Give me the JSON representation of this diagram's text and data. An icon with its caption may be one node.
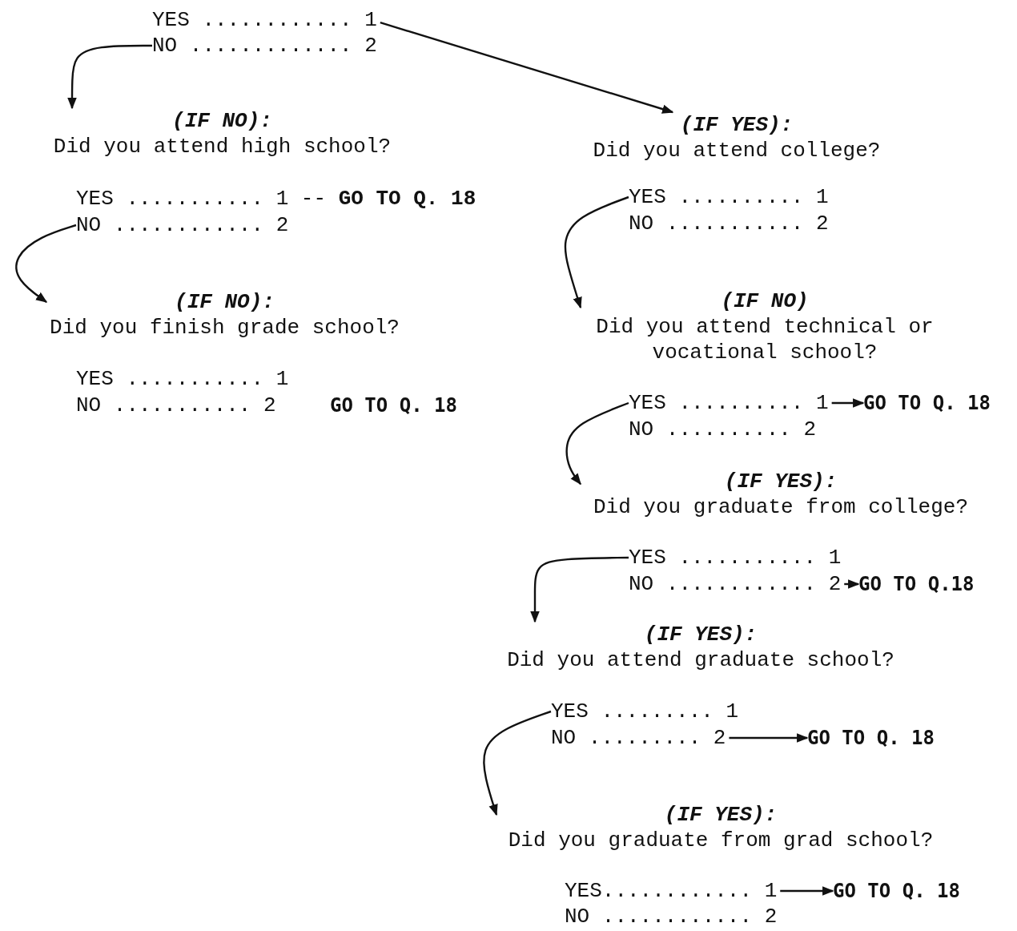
{
  "diagram": {
    "nodes": [
      {
        "text": [
          "YES ............ 1"
        ]
      },
      {
        "text": [
          "NO ............. 2"
        ]
      },
      {
        "text": [
          "(IF NO):",
          "Did you attend high school?"
        ]
      },
      {
        "text": [
          "YES ........... 1 -- **GO TO Q. 18**"
        ]
      },
      {
        "text": [
          "NO ............ 2"
        ]
      },
      {
        "text": [
          "(IF NO):",
          "Did you finish grade school?"
        ]
      },
      {
        "text": [
          "YES ........... 1"
        ]
      },
      {
        "text": [
          "NO  ........... 2"
        ]
      },
      {
        "text": [
          "(IF YES):",
          "Did you attend college?"
        ]
      },
      {
        "text": [
          "YES .......... 1"
        ]
      },
      {
        "text": [
          "NO ........... 2"
        ]
      },
      {
        "text": [
          "(IF NO)",
          "Did you attend technical or vocational school?"
        ]
      },
      {
        "text": [
          "YES .......... 1"
        ]
      },
      {
        "text": [
          "GO TO Q. 18"
        ]
      },
      {
        "text": [
          "NO  .......... 2"
        ]
      },
      {
        "text": [
          "(IF YES):",
          "Did you graduate from college?"
        ]
      },
      {
        "text": [
          "YES ........... 1"
        ]
      },
      {
        "text": [
          "NO ............ 2"
        ]
      },
      {
        "text": [
          "GO TO Q.18"
        ]
      },
      {
        "text": [
          "(IF YES):",
          "Did you attend graduate school?"
        ]
      },
      {
        "text": [
          "YES ......... 1"
        ]
      },
      {
        "text": [
          "NO  ......... 2"
        ]
      },
      {
        "text": [
          "GO TO Q. 18"
        ]
      },
      {
        "text": [
          "(IF YES):",
          "Did you graduate from grad school?"
        ]
      },
      {
        "text": [
          "YES............ 1"
        ]
      },
      {
        "text": [
          "GO TO Q. 18"
        ]
      },
      {
        "text": [
          "NO ............ 2"
        ]
      }
    ],
    "edges": [
      {
        "from": 0,
        "to": 8,
        "arrow": "to"
      },
      {
        "from": 1,
        "to": 2,
        "arrow": "to"
      },
      {
        "from": 4,
        "to": 5,
        "arrow": "to"
      },
      {
        "from": 9,
        "to": 11,
        "arrow": "to"
      },
      {
        "from": 12,
        "to": 13,
        "arrow": "to"
      },
      {
        "from": 12,
        "to": 15,
        "arrow": "to"
      },
      {
        "from": 16,
        "to": 19,
        "arrow": "to"
      },
      {
        "from": 17,
        "to": 18,
        "arrow": "to"
      },
      {
        "from": 20,
        "to": 23,
        "arrow": "to"
      },
      {
        "from": 21,
        "to": 22,
        "arrow": "to"
      },
      {
        "from": 24,
        "to": 25,
        "arrow": "to"
      }
    ],
    "labels": [
      "GO TO Q. 18"
    ]
  }
}
